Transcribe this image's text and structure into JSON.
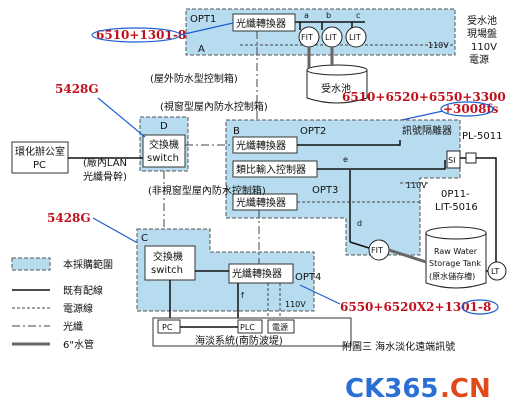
{
  "zones": {
    "a": {
      "opt": "OPT1",
      "letter": "A",
      "volt": "110V",
      "converter": "光纖轉換器"
    },
    "b": {
      "opt": "OPT2",
      "opt3": "OPT3",
      "letter": "B",
      "converter1": "光纖轉換器",
      "analog": "類比輸入控制器",
      "converter2": "光纖轉換器",
      "isolator": "訊號隔離器",
      "volt": "110V"
    },
    "c": {
      "letter": "C",
      "switch_line1": "交換機",
      "switch_line2": "switch",
      "converter": "光纖轉換器",
      "opt": "OPT4",
      "volt": "110V",
      "f": "f"
    },
    "d": {
      "letter": "D",
      "switch_line1": "交換機",
      "switch_line2": "switch"
    }
  },
  "instruments": {
    "fit": "FIT",
    "lit": "LIT",
    "lt": "LT",
    "si": "SI"
  },
  "labels": {
    "tank_top": "受水池",
    "panel_line1": "受水池",
    "panel_line2": "現場盤",
    "panel_line3": "110V",
    "panel_line4": "電源",
    "outdoor_box": "(屋外防水型控制箱)",
    "window_box": "(視窗型屋內防水控制箱)",
    "nonwindow_box": "(非視窗型屋內防水控制箱)",
    "office_line1": "環化辦公室",
    "office_line2": "PC",
    "lan_line1": "(廠內LAN",
    "lan_line2": "光纖骨幹)",
    "pl": "PL-5011",
    "op_line1": "0P11-",
    "op_line2": "LIT-5016",
    "raw_line1": "Raw Water",
    "raw_line2": "Storage Tank",
    "raw_line3": "(原水儲存槽)",
    "pc": "PC",
    "plc": "PLC",
    "power_box": "電源",
    "system": "海淡系統(南防波堤)",
    "caption": "附圖三 海水淡化遠端訊號",
    "cable_a": "a",
    "cable_b": "b",
    "cable_c": "c",
    "cable_d": "d",
    "cable_e": "e"
  },
  "annotations": {
    "r1": "6510+1301-8",
    "r2": "5428G",
    "r3": "6510+6520+6550+3300",
    "r4": "+3008fs",
    "r5": "5428G",
    "r6": "6550+6520X2+1301-8"
  },
  "legend": {
    "scope": "本採購範圍",
    "existing": "既有配線",
    "power": "電源線",
    "fiber": "光纖",
    "pipe": "6\"水管"
  },
  "watermark": {
    "part1": "CK365",
    "part2": ".CN"
  },
  "colors": {
    "zone_fill": "#b8dcef",
    "annotation_red": "#c0101c",
    "link_blue": "#1d5fd1"
  }
}
